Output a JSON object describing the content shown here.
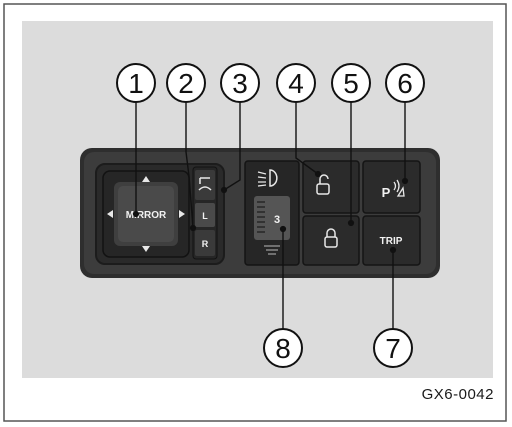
{
  "figure_code": "GX6-0042",
  "callouts": [
    "1",
    "2",
    "3",
    "4",
    "5",
    "6",
    "7",
    "8"
  ],
  "labels": {
    "mirror": "MIRROR",
    "left": "L",
    "right": "R",
    "parking": "P",
    "trip": "TRIP",
    "dial_value": "3"
  },
  "icons": {
    "mirror_arrows": "triangle-arrow-icon",
    "mirror_fold": "mirror-fold-icon",
    "headlamp_leveling": "headlamp-leveling-icon",
    "door_unlock": "unlock-icon",
    "door_lock": "lock-icon",
    "parking_sensor": "parking-sensor-icon"
  },
  "colors": {
    "background": "#dcdcdc",
    "panel": "#3a3a3a",
    "button": "#2b2b2b",
    "label_text": "#f2f2f2"
  }
}
